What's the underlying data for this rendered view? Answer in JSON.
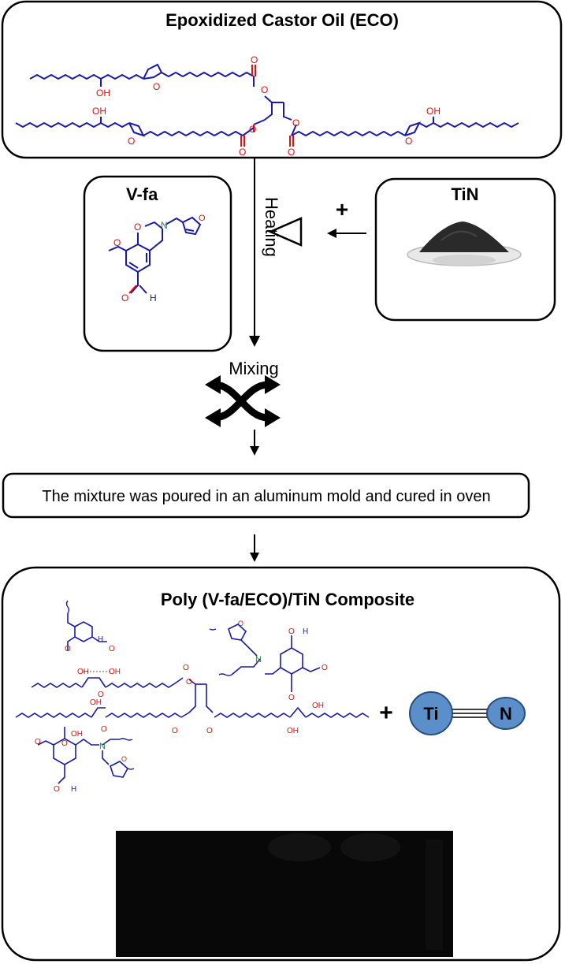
{
  "eco_box": {
    "title": "Epoxidized Castor Oil (ECO)"
  },
  "vfa_box": {
    "title": "V-fa"
  },
  "tin_box": {
    "title": "TiN"
  },
  "process": {
    "heating_label": "Heating",
    "plus_sign": "+",
    "mixing_label": "Mixing",
    "step_text": "The mixture was poured in an aluminum mold and cured in oven"
  },
  "composite_box": {
    "title": "Poly (V-fa/ECO)/TiN Composite",
    "plus_sign": "+",
    "ti_label": "Ti",
    "n_label": "N"
  },
  "atoms": {
    "o": "O",
    "oh": "OH",
    "n": "N",
    "h": "H"
  },
  "colors": {
    "chain": "#1a1aa8",
    "oxygen": "#e01010",
    "nitrogen": "#1f8a3a",
    "sphere": "#5b8fc9",
    "sphere_edge": "#2a4d7a"
  }
}
